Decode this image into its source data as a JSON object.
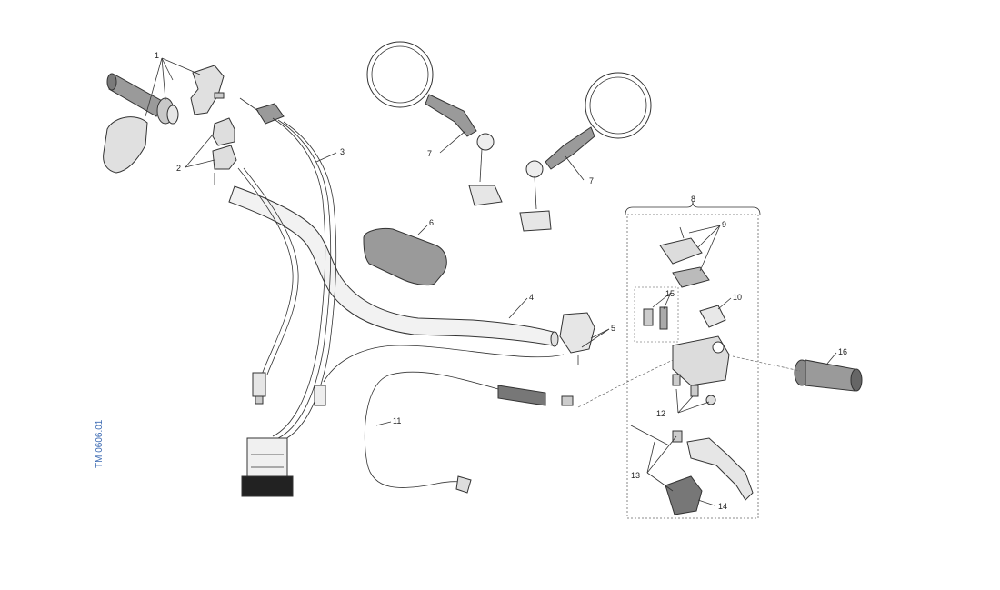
{
  "drawing_code": "TM 0606.01",
  "callouts": {
    "c1": "1",
    "c2": "2",
    "c3": "3",
    "c4": "4",
    "c5": "5",
    "c6": "6",
    "c7a": "7",
    "c7b": "7",
    "c8": "8",
    "c9": "9",
    "c10": "10",
    "c11": "11",
    "c12": "12",
    "c13": "13",
    "c14": "14",
    "c15": "15",
    "c16": "16"
  },
  "colors": {
    "line": "#333333",
    "fill_light": "#d9d9d9",
    "fill_dark": "#8c8c8c",
    "code_blue": "#3d6bb3"
  }
}
